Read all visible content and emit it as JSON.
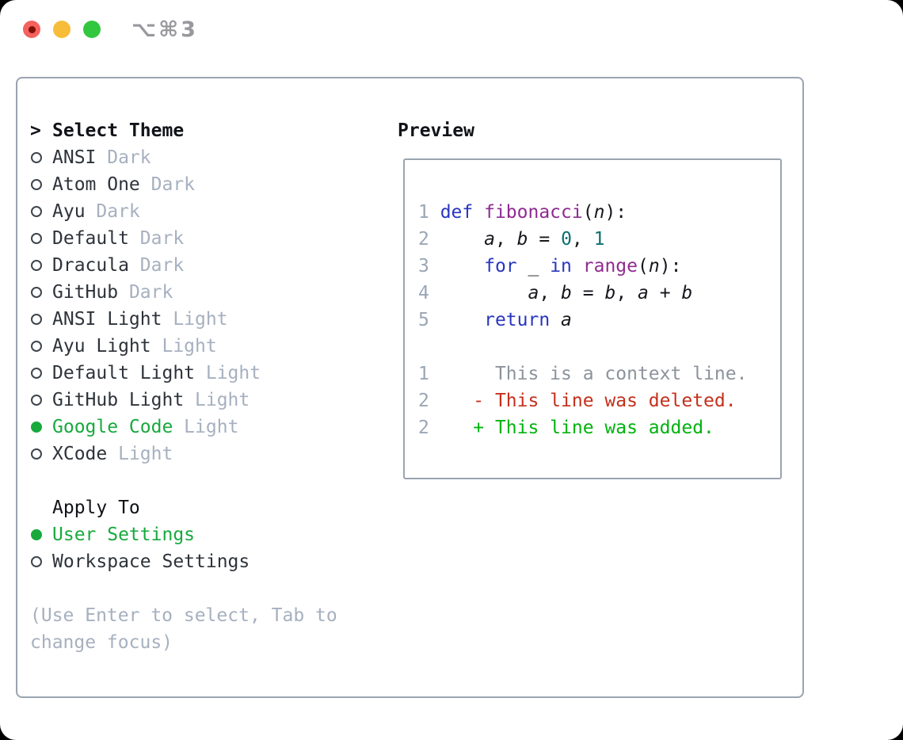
{
  "window": {
    "title": "⌥⌘3",
    "traffic_lights": [
      "close",
      "minimize",
      "zoom"
    ]
  },
  "theme_panel": {
    "select_header": {
      "prompt": ">",
      "label": "Select Theme"
    },
    "themes": [
      {
        "name": "ANSI",
        "variant": "Dark",
        "selected": false
      },
      {
        "name": "Atom One",
        "variant": "Dark",
        "selected": false
      },
      {
        "name": "Ayu",
        "variant": "Dark",
        "selected": false
      },
      {
        "name": "Default",
        "variant": "Dark",
        "selected": false
      },
      {
        "name": "Dracula",
        "variant": "Dark",
        "selected": false
      },
      {
        "name": "GitHub",
        "variant": "Dark",
        "selected": false
      },
      {
        "name": "ANSI Light",
        "variant": "Light",
        "selected": false
      },
      {
        "name": "Ayu Light",
        "variant": "Light",
        "selected": false
      },
      {
        "name": "Default Light",
        "variant": "Light",
        "selected": false
      },
      {
        "name": "GitHub Light",
        "variant": "Light",
        "selected": false
      },
      {
        "name": "Google Code",
        "variant": "Light",
        "selected": true
      },
      {
        "name": "XCode",
        "variant": "Light",
        "selected": false
      }
    ],
    "apply_header": "Apply To",
    "apply_options": [
      {
        "name": "User Settings",
        "selected": true
      },
      {
        "name": "Workspace Settings",
        "selected": false
      }
    ],
    "hint_lines": [
      "(Use Enter to select, Tab to",
      "change focus)"
    ]
  },
  "preview": {
    "header": "Preview",
    "lines": [
      [
        {
          "t": "1 ",
          "c": "ln"
        },
        {
          "t": "def ",
          "c": "kw"
        },
        {
          "t": "fibonacci",
          "c": "fn"
        },
        {
          "t": "(",
          "c": "pl"
        },
        {
          "t": "n",
          "c": "var"
        },
        {
          "t": "):",
          "c": "pl"
        }
      ],
      [
        {
          "t": "2 ",
          "c": "ln"
        },
        {
          "t": "    ",
          "c": "pl"
        },
        {
          "t": "a",
          "c": "var"
        },
        {
          "t": ", ",
          "c": "pl"
        },
        {
          "t": "b",
          "c": "var"
        },
        {
          "t": " = ",
          "c": "pl"
        },
        {
          "t": "0",
          "c": "num"
        },
        {
          "t": ", ",
          "c": "pl"
        },
        {
          "t": "1",
          "c": "num"
        }
      ],
      [
        {
          "t": "3 ",
          "c": "ln"
        },
        {
          "t": "    ",
          "c": "pl"
        },
        {
          "t": "for",
          "c": "kw"
        },
        {
          "t": " _ ",
          "c": "pl"
        },
        {
          "t": "in",
          "c": "kw"
        },
        {
          "t": " ",
          "c": "pl"
        },
        {
          "t": "range",
          "c": "fn"
        },
        {
          "t": "(",
          "c": "pl"
        },
        {
          "t": "n",
          "c": "var"
        },
        {
          "t": "):",
          "c": "pl"
        }
      ],
      [
        {
          "t": "4 ",
          "c": "ln"
        },
        {
          "t": "        ",
          "c": "pl"
        },
        {
          "t": "a",
          "c": "var"
        },
        {
          "t": ", ",
          "c": "pl"
        },
        {
          "t": "b",
          "c": "var"
        },
        {
          "t": " = ",
          "c": "pl"
        },
        {
          "t": "b",
          "c": "var"
        },
        {
          "t": ", ",
          "c": "pl"
        },
        {
          "t": "a",
          "c": "var"
        },
        {
          "t": " + ",
          "c": "pl"
        },
        {
          "t": "b",
          "c": "var"
        }
      ],
      [
        {
          "t": "5 ",
          "c": "ln"
        },
        {
          "t": "    ",
          "c": "pl"
        },
        {
          "t": "return",
          "c": "kw"
        },
        {
          "t": " ",
          "c": "pl"
        },
        {
          "t": "a",
          "c": "var"
        }
      ],
      [],
      [
        {
          "t": "1 ",
          "c": "ln"
        },
        {
          "t": "     This is a context line.",
          "c": "ctx"
        }
      ],
      [
        {
          "t": "2 ",
          "c": "ln"
        },
        {
          "t": "   - This line was deleted.",
          "c": "del"
        }
      ],
      [
        {
          "t": "2 ",
          "c": "ln"
        },
        {
          "t": "   + This line was added.",
          "c": "add"
        }
      ]
    ]
  },
  "colors": {
    "accent_green": "#18a93d",
    "panel_border": "#9aa4b1",
    "text_main": "#2e333a",
    "text_dim": "#a6b0bf",
    "linenum": "#9aa6b6",
    "kw_blue": "#2836bf",
    "fn_purple": "#8f2b90",
    "num_teal": "#0d6f6f",
    "code_plain": "#16181d",
    "ctx_gray": "#8c939c",
    "diff_red": "#c4301c",
    "diff_green": "#00b30e",
    "traffic_red": "#f4615e",
    "traffic_red_dot": "#7e1006",
    "traffic_yellow": "#f7bc38",
    "traffic_green": "#32c73e",
    "title_gray": "#98989d"
  }
}
